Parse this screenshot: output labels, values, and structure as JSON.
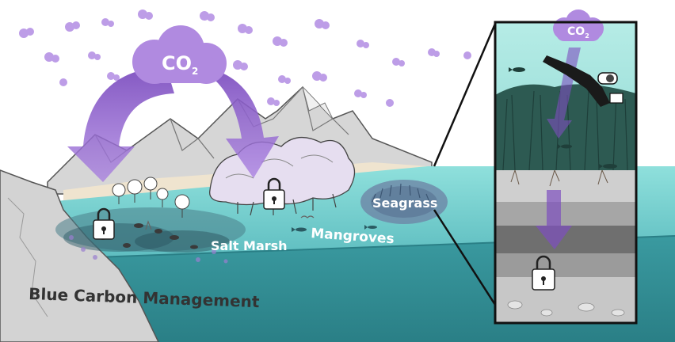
{
  "title": "Blue Carbon Management",
  "co2_main": {
    "base": "CO",
    "sub": "2"
  },
  "co2_inset": {
    "base": "CO",
    "sub": "2"
  },
  "labels": {
    "seagrass": "Seagrass",
    "mangroves": "Mangroves",
    "salt_marsh": "Salt Marsh"
  },
  "icons": [
    "cloud-icon",
    "lock-icon",
    "diver-icon",
    "fish-icon",
    "bird-icon",
    "tree-icon"
  ],
  "colors": {
    "purple": "#8a5fc4",
    "purple_light": "#b99ae0",
    "ocean": "#5fb8bd",
    "ocean_light": "#7ed3d3",
    "ocean_dark": "#2f8d93",
    "mountain": "#c9c9c9",
    "sediment": "#9a9a9a",
    "seagrass": "#2d5a52"
  }
}
